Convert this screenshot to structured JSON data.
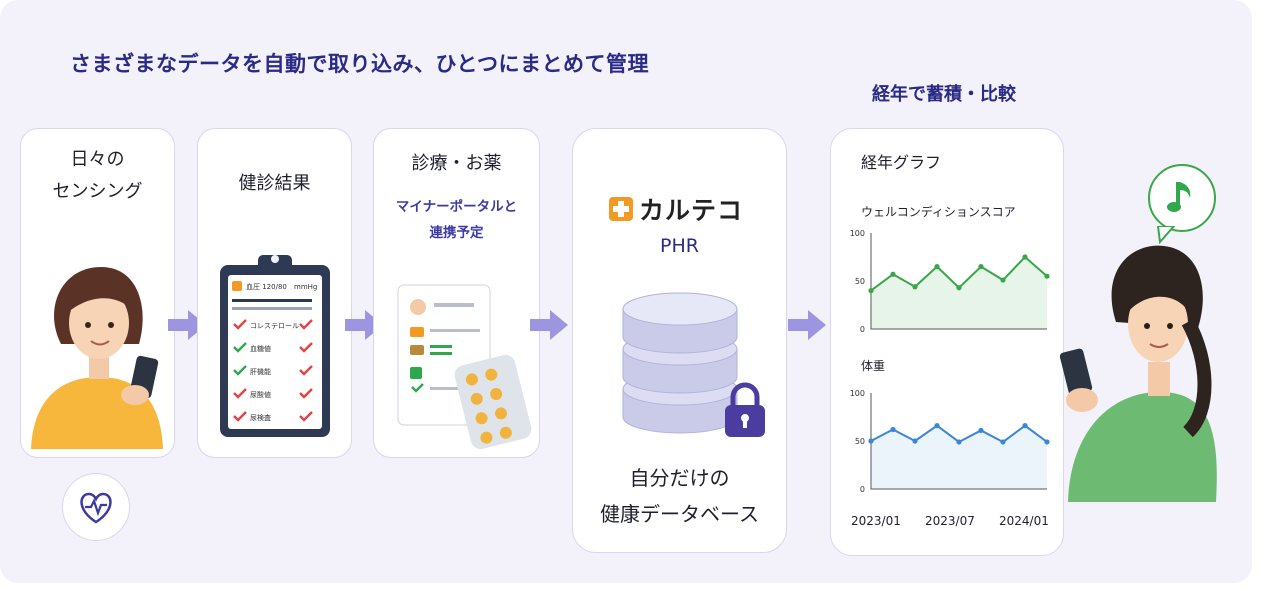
{
  "headline": "さまざまなデータを自動で取り込み、ひとつにまとめて管理",
  "sub_headline": "経年で蓄積・比較",
  "cards": {
    "sensing": {
      "title_line1": "日々の",
      "title_line2": "センシング"
    },
    "checkup": {
      "title": "健診結果",
      "clipboard_header": "血圧 120/80",
      "clipboard_unit": "mmHg",
      "items": [
        "コレステロール",
        "血糖値",
        "肝機能",
        "尿酸値",
        "尿検査"
      ]
    },
    "medical": {
      "title": "診療・お薬",
      "note_line1": "マイナーポータルと",
      "note_line2": "連携予定"
    },
    "phr": {
      "brand": "カルテコ",
      "label": "PHR",
      "caption_line1": "自分だけの",
      "caption_line2": "健康データベース"
    },
    "graph": {
      "title": "経年グラフ"
    }
  },
  "colors": {
    "accent": "#2b2a86",
    "arrow": "#9d95e0",
    "green_line": "#3aa64a",
    "blue_line": "#3b86d6",
    "brand_orange": "#f29a21"
  },
  "icons": [
    "heart-pulse-icon",
    "music-note-icon",
    "lock-icon",
    "database-icon",
    "clipboard-icon",
    "smartphone-icon"
  ],
  "chart_data": [
    {
      "type": "line",
      "title": "ウェルコンディションスコア",
      "x": [
        "2023/01",
        "",
        "",
        "",
        "2023/07",
        "",
        "",
        "2024/01",
        ""
      ],
      "series": [
        {
          "values": [
            40,
            57,
            44,
            65,
            43,
            65,
            51,
            75,
            55
          ]
        }
      ],
      "ylim": [
        0,
        100
      ],
      "yticks": [
        "100",
        "50",
        "0"
      ]
    },
    {
      "type": "line",
      "title": "体重",
      "x": [
        "2023/01",
        "",
        "",
        "",
        "2023/07",
        "",
        "",
        "2024/01",
        ""
      ],
      "series": [
        {
          "values": [
            50,
            62,
            50,
            66,
            49,
            61,
            49,
            66,
            49
          ]
        }
      ],
      "ylim": [
        0,
        100
      ],
      "yticks": [
        "100",
        "50",
        "0"
      ],
      "xlabels": [
        "2023/01",
        "2023/07",
        "2024/01"
      ]
    }
  ]
}
